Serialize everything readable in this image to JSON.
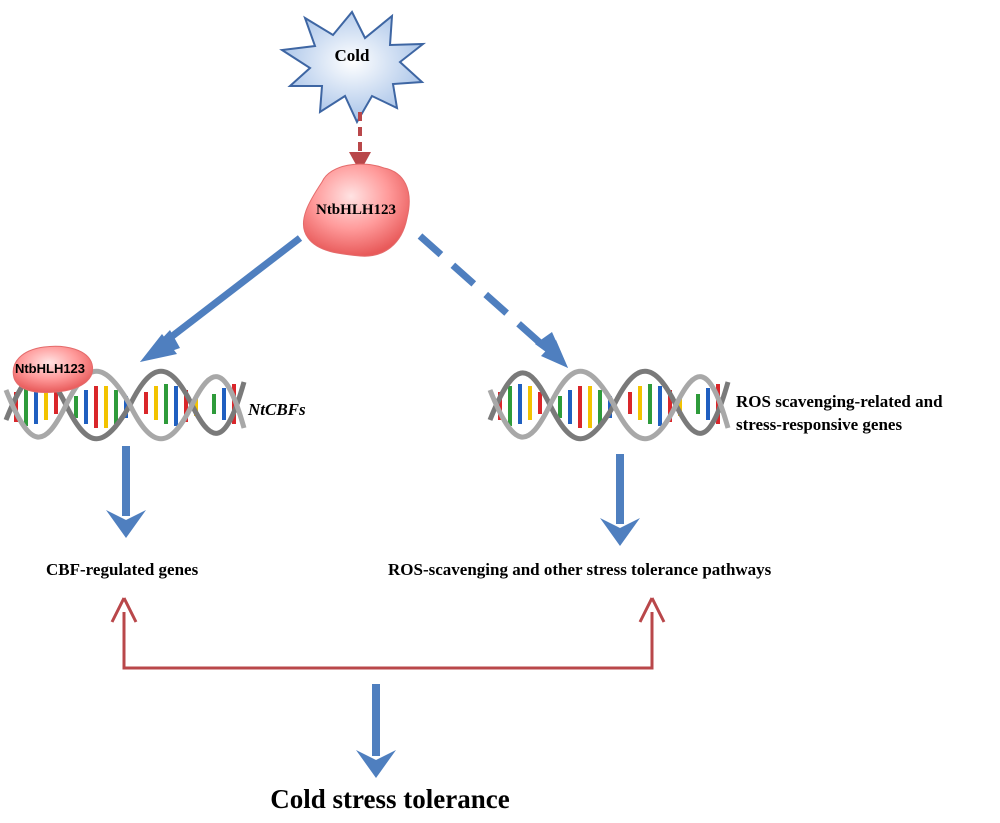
{
  "stimulus": {
    "label": "Cold"
  },
  "transcription_factor": {
    "label": "NtbHLH123"
  },
  "bound_factor": {
    "label": "NtbHLH123"
  },
  "targets": {
    "cbf": {
      "label": "NtCBFs"
    },
    "ros_genes": {
      "line1": "ROS scavenging-related and",
      "line2": "stress-responsive genes"
    }
  },
  "outputs": {
    "cbf_regulated": "CBF-regulated genes",
    "ros_pathways": "ROS-scavenging and other stress tolerance pathways"
  },
  "outcome": {
    "label": "Cold stress tolerance"
  },
  "colors": {
    "blue_arrow": "#4f7fbf",
    "red_arrow": "#b9474a",
    "protein_light": "#ffd0d0",
    "protein_dark": "#ee6666",
    "star_fill": "#c7d9f3",
    "star_stroke": "#4a6fa8"
  }
}
